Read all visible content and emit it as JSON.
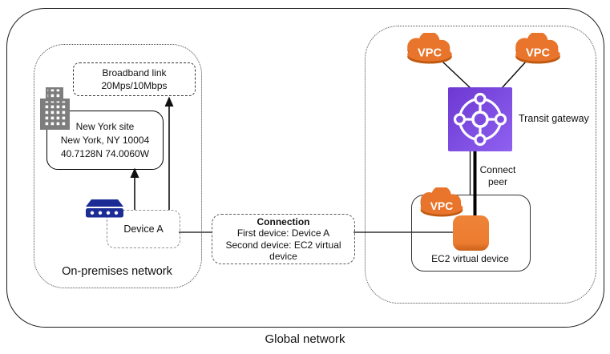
{
  "global": {
    "label": "Global network"
  },
  "on_premises": {
    "label": "On-premises network",
    "broadband_link": {
      "line1": "Broadband link",
      "line2": "20Mps/10Mbps"
    },
    "new_york_site": {
      "line1": "New York site",
      "line2": "New York, NY 10004",
      "line3": "40.7128N 74.0060W"
    },
    "device_a": {
      "label": "Device A"
    }
  },
  "connection": {
    "title": "Connection",
    "first_device": "First device: Device A",
    "second_device": "Second device: EC2 virtual device"
  },
  "aws_region": {
    "vpc_top_left": {
      "label": "VPC"
    },
    "vpc_top_right": {
      "label": "VPC"
    },
    "transit_gateway": {
      "label": "Transit gateway"
    },
    "connect_peer": {
      "label": "Connect peer"
    },
    "ec2_vpc": {
      "label": "VPC"
    },
    "ec2_device": {
      "label": "EC2 virtual device"
    }
  },
  "colors": {
    "vpc_orange": "#e8752b",
    "vpc_orange_dark": "#c05a12",
    "ec2_orange": "#ec7c30",
    "tgw_purple_dark": "#6c38d2",
    "tgw_purple_light": "#8f61f0",
    "router_navy": "#1b2d94",
    "building_gray": "#7d7d7d"
  }
}
